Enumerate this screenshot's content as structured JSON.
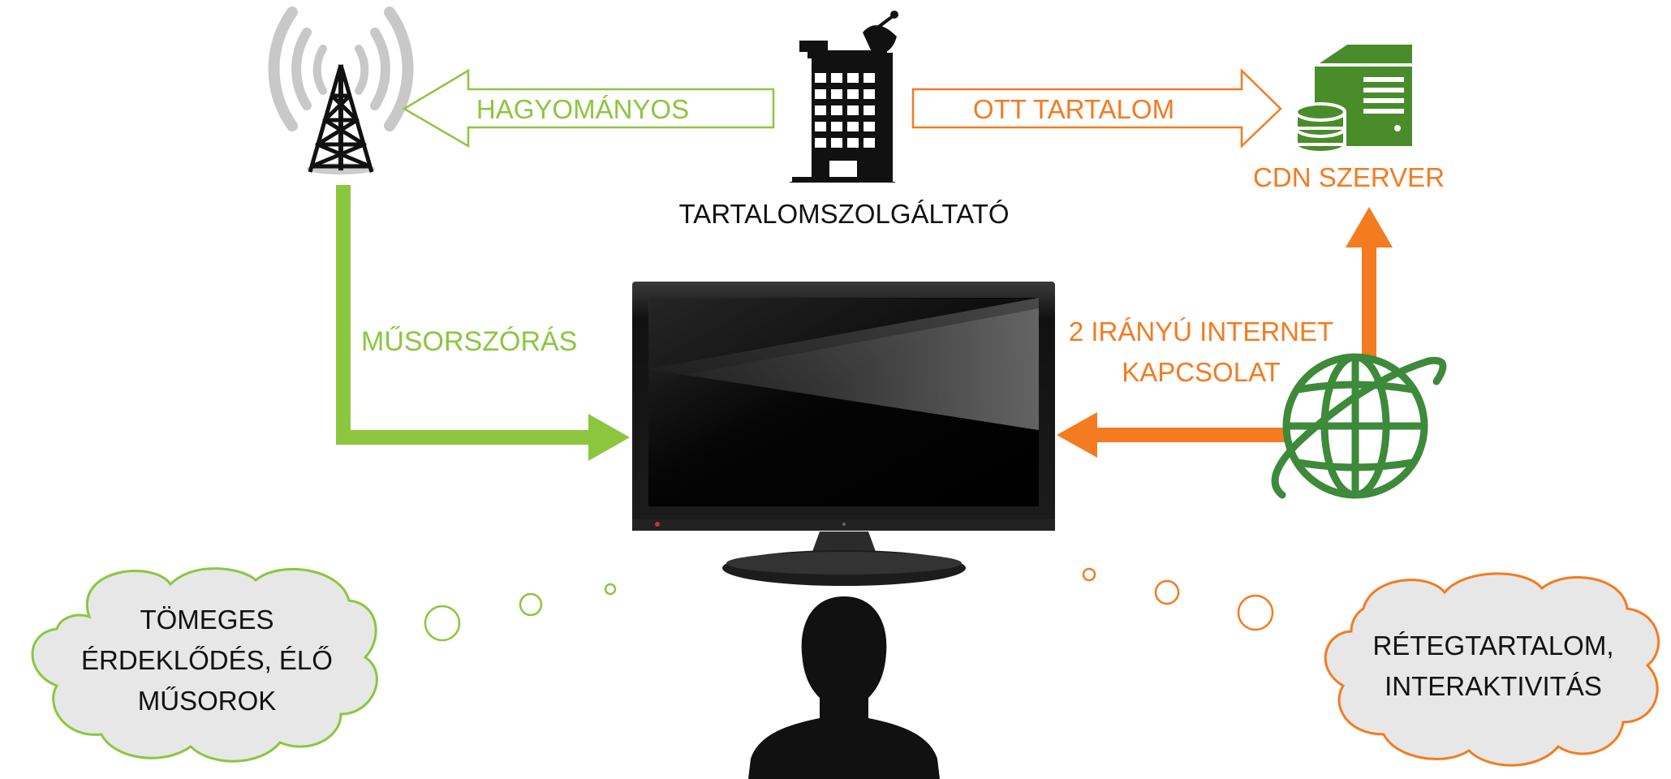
{
  "labels": {
    "traditional": "HAGYOMÁNYOS",
    "ott_content": "OTT TARTALOM",
    "content_provider": "TARTALOMSZOLGÁLTATÓ",
    "cdn_server": "CDN SZERVER",
    "broadcast": "MŰSORSZÓRÁS",
    "internet_line1": "2 IRÁNYÚ INTERNET",
    "internet_line2": "KAPCSOLAT"
  },
  "clouds": {
    "left": [
      "TÖMEGES",
      "ÉRDEKLŐDÉS, ÉLŐ",
      "MŰSOROK"
    ],
    "right": [
      "RÉTEGTARTALOM,",
      "INTERAKTIVITÁS"
    ]
  },
  "icons": {
    "tower": "radio-tower-icon",
    "building": "building-satellite-icon",
    "server": "cdn-server-icon",
    "globe": "globe-icon",
    "tv": "television-icon",
    "person": "person-silhouette-icon"
  },
  "colors": {
    "traditional": "#8cc63f",
    "ott": "#f47b20",
    "server_green": "#4a8c2a",
    "globe_green": "#3d8a3a",
    "text_dark": "#111111"
  }
}
